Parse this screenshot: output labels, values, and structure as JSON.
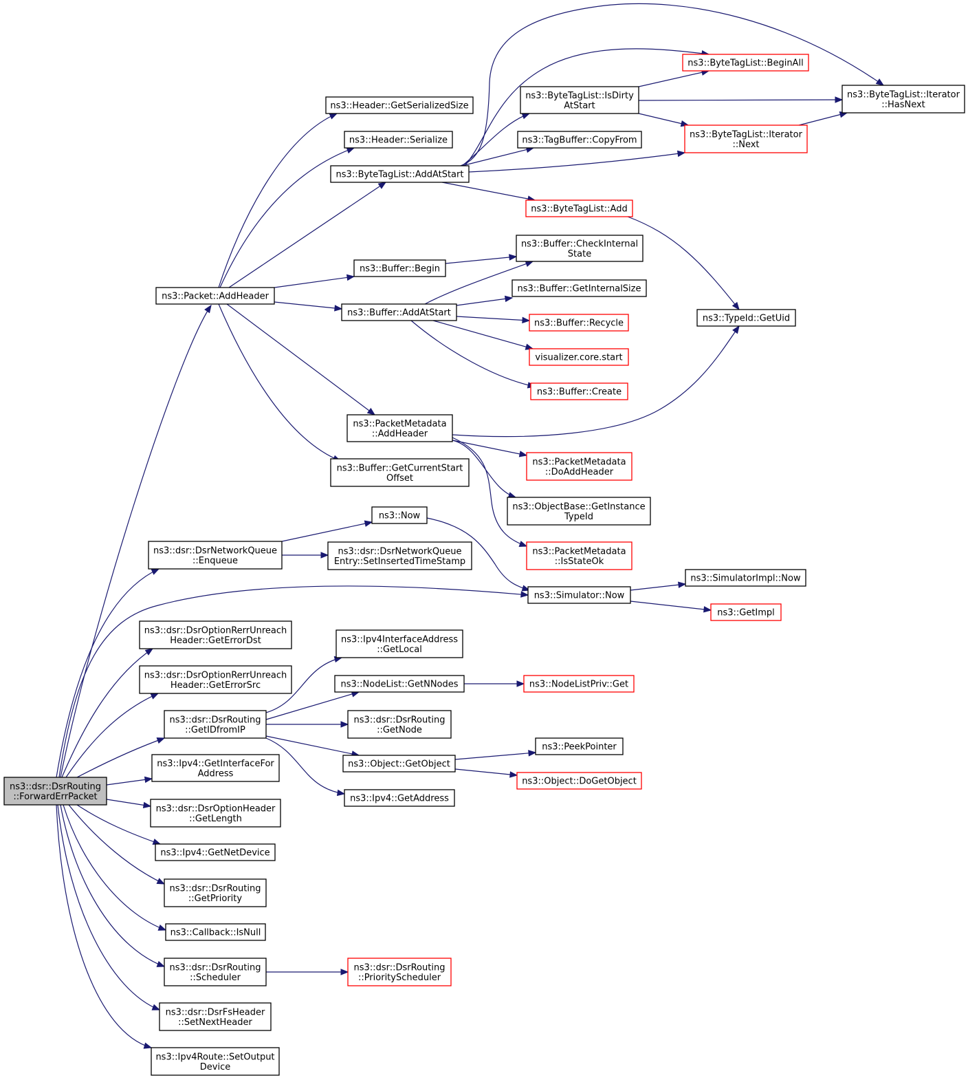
{
  "colors": {
    "edge": "#191970",
    "border_default": "#000000",
    "border_truncated": "#ff0000",
    "fill_focus": "#bfbfbf",
    "fill_default": "#ffffff"
  },
  "nodes": [
    {
      "id": "fwd",
      "lines": [
        "ns3::dsr::DsrRouting",
        "::ForwardErrPacket"
      ],
      "style": "focus"
    },
    {
      "id": "addheader",
      "lines": [
        "ns3::Packet::AddHeader"
      ],
      "style": "normal"
    },
    {
      "id": "getsersize",
      "lines": [
        "ns3::Header::GetSerializedSize"
      ],
      "style": "normal"
    },
    {
      "id": "serialize",
      "lines": [
        "ns3::Header::Serialize"
      ],
      "style": "normal"
    },
    {
      "id": "btl_addatstart",
      "lines": [
        "ns3::ByteTagList::AddAtStart"
      ],
      "style": "normal"
    },
    {
      "id": "btl_isdirty",
      "lines": [
        "ns3::ByteTagList::IsDirty",
        "AtStart"
      ],
      "style": "normal"
    },
    {
      "id": "btl_beginall",
      "lines": [
        "ns3::ByteTagList::BeginAll"
      ],
      "style": "truncated"
    },
    {
      "id": "btl_hasnext",
      "lines": [
        "ns3::ByteTagList::Iterator",
        "::HasNext"
      ],
      "style": "normal"
    },
    {
      "id": "tagbuffer_copyfrom",
      "lines": [
        "ns3::TagBuffer::CopyFrom"
      ],
      "style": "normal"
    },
    {
      "id": "btl_next",
      "lines": [
        "ns3::ByteTagList::Iterator",
        "::Next"
      ],
      "style": "truncated"
    },
    {
      "id": "btl_add",
      "lines": [
        "ns3::ByteTagList::Add"
      ],
      "style": "truncated"
    },
    {
      "id": "buffer_checkinternal",
      "lines": [
        "ns3::Buffer::CheckInternal",
        "State"
      ],
      "style": "normal"
    },
    {
      "id": "buffer_begin",
      "lines": [
        "ns3::Buffer::Begin"
      ],
      "style": "normal"
    },
    {
      "id": "buffer_getinternalsize",
      "lines": [
        "ns3::Buffer::GetInternalSize"
      ],
      "style": "normal"
    },
    {
      "id": "buffer_addatstart",
      "lines": [
        "ns3::Buffer::AddAtStart"
      ],
      "style": "normal"
    },
    {
      "id": "buffer_recycle",
      "lines": [
        "ns3::Buffer::Recycle"
      ],
      "style": "truncated"
    },
    {
      "id": "visualizer_start",
      "lines": [
        "visualizer.core.start"
      ],
      "style": "truncated"
    },
    {
      "id": "buffer_create",
      "lines": [
        "ns3::Buffer::Create"
      ],
      "style": "truncated"
    },
    {
      "id": "typeid_getuid",
      "lines": [
        "ns3::TypeId::GetUid"
      ],
      "style": "normal"
    },
    {
      "id": "pm_addheader",
      "lines": [
        "ns3::PacketMetadata",
        "::AddHeader"
      ],
      "style": "normal"
    },
    {
      "id": "pm_doaddheader",
      "lines": [
        "ns3::PacketMetadata",
        "::DoAddHeader"
      ],
      "style": "truncated"
    },
    {
      "id": "buffer_getcurrentstart",
      "lines": [
        "ns3::Buffer::GetCurrentStart",
        "Offset"
      ],
      "style": "normal"
    },
    {
      "id": "objbase_getinstance",
      "lines": [
        "ns3::ObjectBase::GetInstance",
        "TypeId"
      ],
      "style": "normal"
    },
    {
      "id": "now",
      "lines": [
        "ns3::Now"
      ],
      "style": "normal"
    },
    {
      "id": "pm_isstateok",
      "lines": [
        "ns3::PacketMetadata",
        "::IsStateOk"
      ],
      "style": "truncated"
    },
    {
      "id": "dnq_enqueue",
      "lines": [
        "ns3::dsr::DsrNetworkQueue",
        "::Enqueue"
      ],
      "style": "normal"
    },
    {
      "id": "dnqe_setinserted",
      "lines": [
        "ns3::dsr::DsrNetworkQueue",
        "Entry::SetInsertedTimeStamp"
      ],
      "style": "normal"
    },
    {
      "id": "simimpl_now",
      "lines": [
        "ns3::SimulatorImpl::Now"
      ],
      "style": "normal"
    },
    {
      "id": "sim_now",
      "lines": [
        "ns3::Simulator::Now"
      ],
      "style": "normal"
    },
    {
      "id": "getimpl",
      "lines": [
        "ns3::GetImpl"
      ],
      "style": "truncated"
    },
    {
      "id": "rerr_geterrordst",
      "lines": [
        "ns3::dsr::DsrOptionRerrUnreach",
        "Header::GetErrorDst"
      ],
      "style": "normal"
    },
    {
      "id": "ipv4ia_getlocal",
      "lines": [
        "ns3::Ipv4InterfaceAddress",
        "::GetLocal"
      ],
      "style": "normal"
    },
    {
      "id": "rerr_geterrorsrc",
      "lines": [
        "ns3::dsr::DsrOptionRerrUnreach",
        "Header::GetErrorSrc"
      ],
      "style": "normal"
    },
    {
      "id": "nodelist_getnnodes",
      "lines": [
        "ns3::NodeList::GetNNodes"
      ],
      "style": "normal"
    },
    {
      "id": "nodelistpriv_get",
      "lines": [
        "ns3::NodeListPriv::Get"
      ],
      "style": "truncated"
    },
    {
      "id": "dsr_getidfromip",
      "lines": [
        "ns3::dsr::DsrRouting",
        "::GetIDfromIP"
      ],
      "style": "normal"
    },
    {
      "id": "dsr_getnode",
      "lines": [
        "ns3::dsr::DsrRouting",
        "::GetNode"
      ],
      "style": "normal"
    },
    {
      "id": "peekpointer",
      "lines": [
        "ns3::PeekPointer"
      ],
      "style": "normal"
    },
    {
      "id": "object_getobject",
      "lines": [
        "ns3::Object::GetObject"
      ],
      "style": "normal"
    },
    {
      "id": "object_dogetobject",
      "lines": [
        "ns3::Object::DoGetObject"
      ],
      "style": "truncated"
    },
    {
      "id": "ipv4_getifaddr",
      "lines": [
        "ns3::Ipv4::GetInterfaceFor",
        "Address"
      ],
      "style": "normal"
    },
    {
      "id": "ipv4_getaddress",
      "lines": [
        "ns3::Ipv4::GetAddress"
      ],
      "style": "normal"
    },
    {
      "id": "dsroh_getlength",
      "lines": [
        "ns3::dsr::DsrOptionHeader",
        "::GetLength"
      ],
      "style": "normal"
    },
    {
      "id": "ipv4_getnetdevice",
      "lines": [
        "ns3::Ipv4::GetNetDevice"
      ],
      "style": "normal"
    },
    {
      "id": "dsr_getpriority",
      "lines": [
        "ns3::dsr::DsrRouting",
        "::GetPriority"
      ],
      "style": "normal"
    },
    {
      "id": "callback_isnull",
      "lines": [
        "ns3::Callback::IsNull"
      ],
      "style": "normal"
    },
    {
      "id": "dsr_scheduler",
      "lines": [
        "ns3::dsr::DsrRouting",
        "::Scheduler"
      ],
      "style": "normal"
    },
    {
      "id": "dsr_priorityscheduler",
      "lines": [
        "ns3::dsr::DsrRouting",
        "::PriorityScheduler"
      ],
      "style": "truncated"
    },
    {
      "id": "dsrfs_setnextheader",
      "lines": [
        "ns3::dsr::DsrFsHeader",
        "::SetNextHeader"
      ],
      "style": "normal"
    },
    {
      "id": "ipv4route_setoutput",
      "lines": [
        "ns3::Ipv4Route::SetOutput",
        "Device"
      ],
      "style": "normal"
    }
  ]
}
